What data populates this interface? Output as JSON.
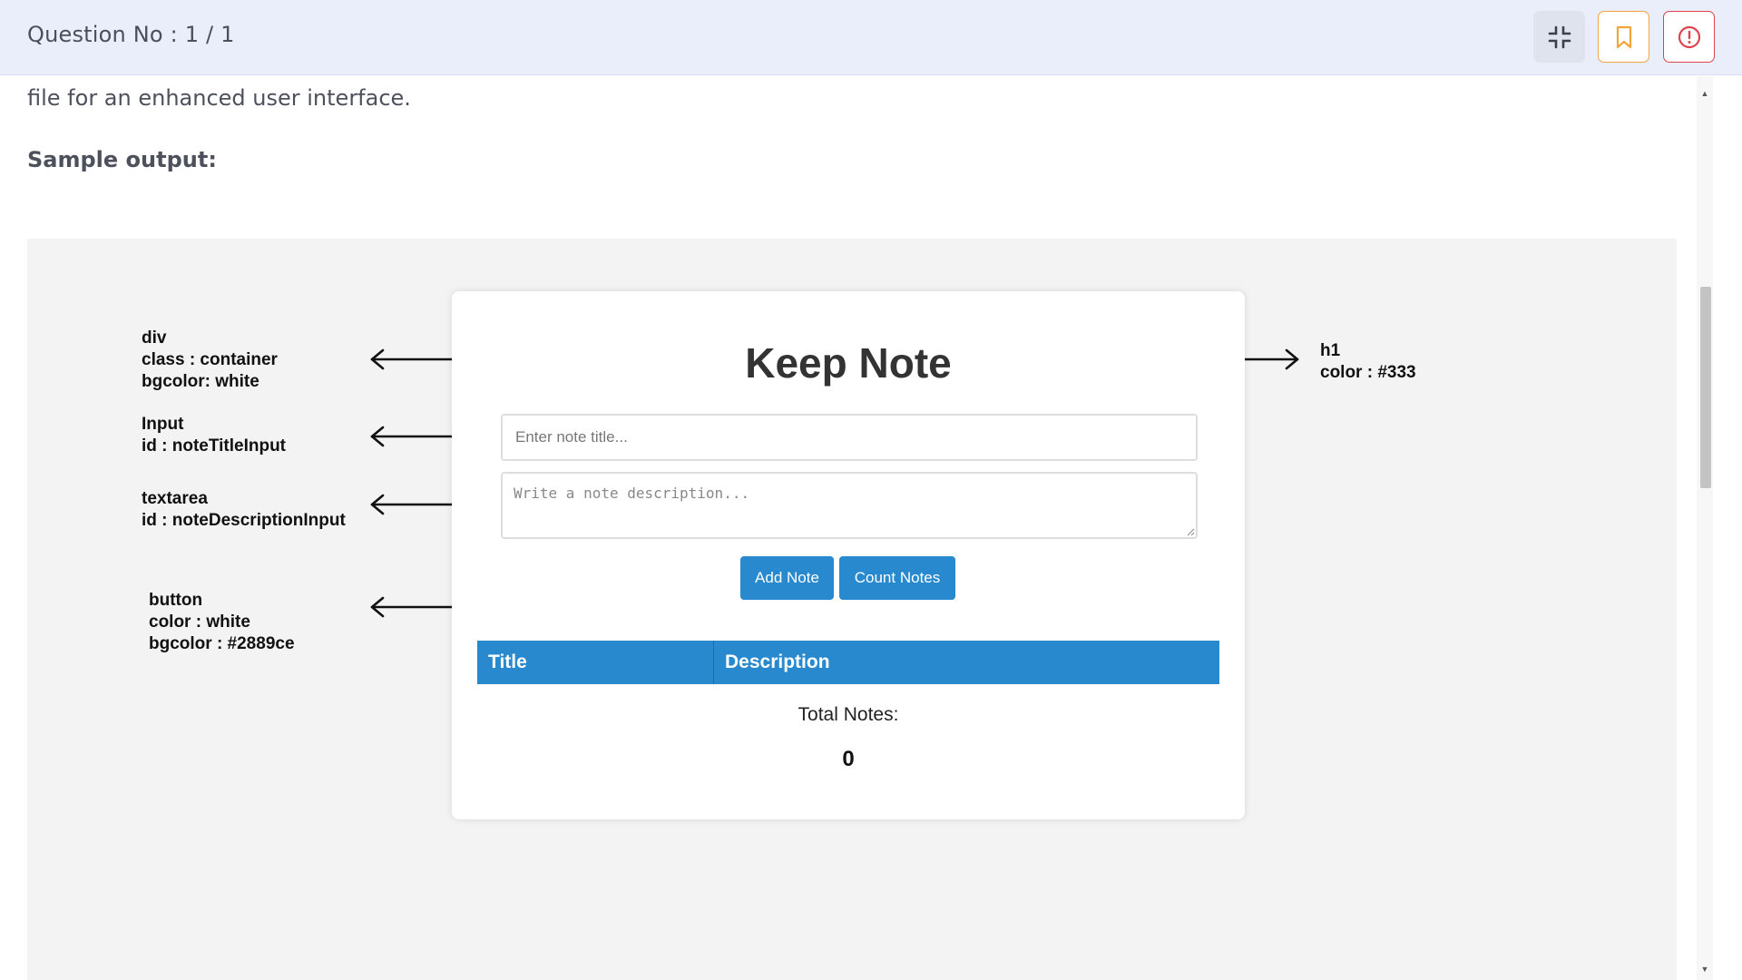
{
  "header": {
    "question_label": "Question No : 1 / 1",
    "buttons": [
      {
        "name": "collapse",
        "icon": "collapse-icon"
      },
      {
        "name": "bookmark",
        "icon": "bookmark-icon",
        "color": "#f3a43a"
      },
      {
        "name": "report",
        "icon": "alert-circle-icon",
        "color": "#e0424e"
      }
    ],
    "background": "#eaeefb"
  },
  "content": {
    "description_tail": "file for an enhanced user interface.",
    "sample_output_label": "Sample output:"
  },
  "sample_image": {
    "heading": "Keep Note",
    "title_placeholder": "Enter note title...",
    "description_placeholder": "Write a note description...",
    "add_button": "Add Note",
    "count_button": "Count Notes",
    "table_headers": [
      "Title",
      "Description"
    ],
    "total_label": "Total Notes:",
    "total_count": "0",
    "accent_color": "#2889ce",
    "annotations": {
      "container": [
        "div",
        "class : container",
        "bgcolor: white"
      ],
      "input": [
        "Input",
        "id : noteTitleInput"
      ],
      "textarea": [
        "textarea",
        "id : noteDescriptionInput"
      ],
      "button": [
        "button",
        "color : white",
        "bgcolor : #2889ce"
      ],
      "h1": [
        "h1",
        "color : #333"
      ]
    }
  }
}
